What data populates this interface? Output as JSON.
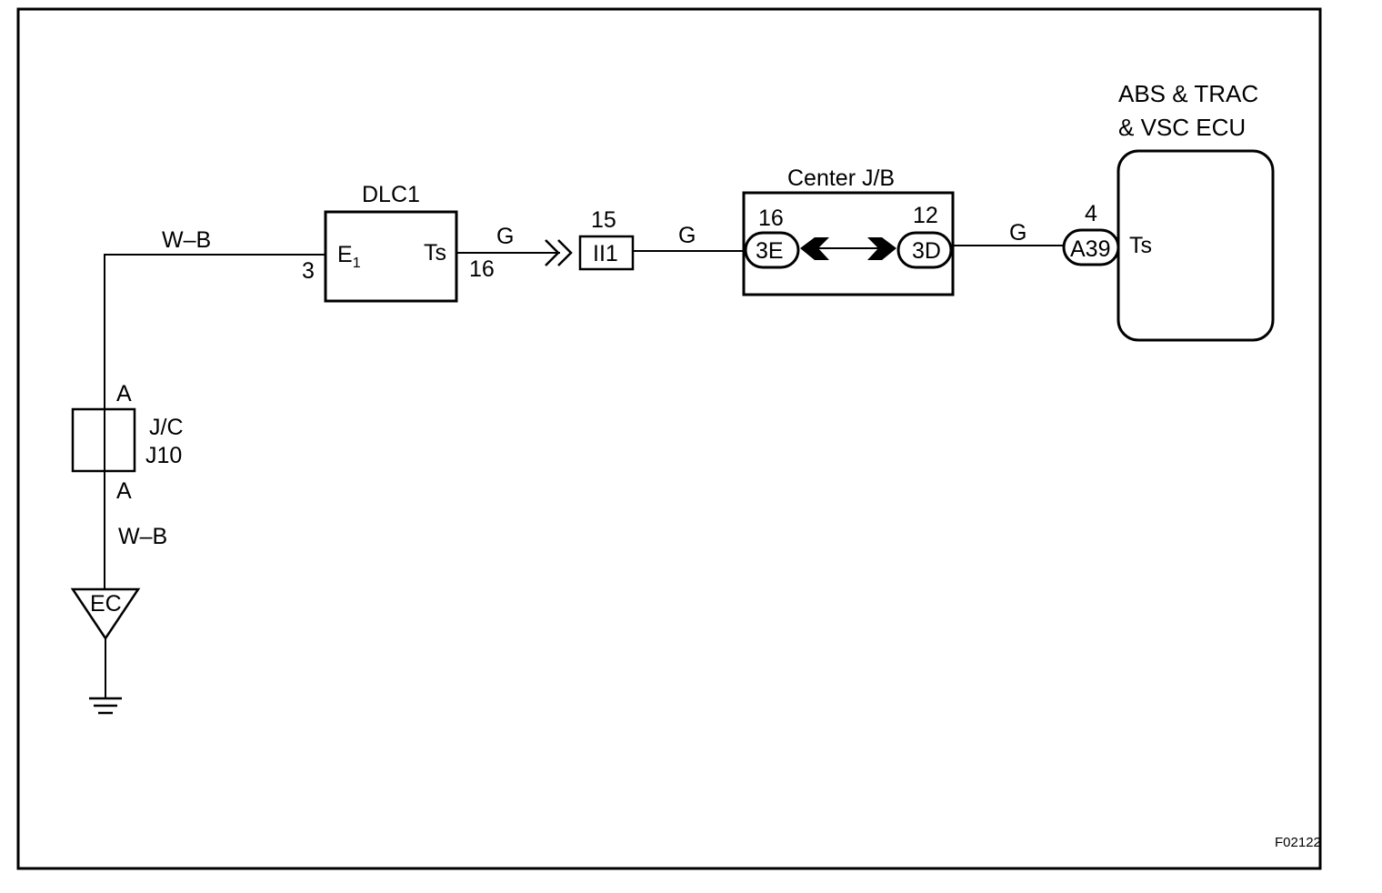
{
  "figure_id": "F02122",
  "ground": {
    "wire_color": "W–B",
    "ground_point": "EC"
  },
  "junction_connector": {
    "line1": "J/C",
    "line2": "J10",
    "pin_top": "A",
    "pin_bottom": "A"
  },
  "dlc1": {
    "name": "DLC1",
    "input_wire": "W–B",
    "input_pin_label": "E",
    "input_pin_sub": "1",
    "input_pin_number": "3",
    "output_pin_label": "Ts",
    "output_pin_number": "16"
  },
  "connector_ii1": {
    "label": "II1",
    "pin": "15",
    "wire_in": "G",
    "wire_out": "G"
  },
  "center_jb": {
    "name": "Center J/B",
    "left_connector": "3E",
    "left_pin": "16",
    "right_connector": "3D",
    "right_pin": "12"
  },
  "ecu": {
    "name_line1": "ABS & TRAC",
    "name_line2": "& VSC ECU",
    "connector": "A39",
    "pin": "4",
    "pin_label": "Ts",
    "wire_in": "G"
  }
}
